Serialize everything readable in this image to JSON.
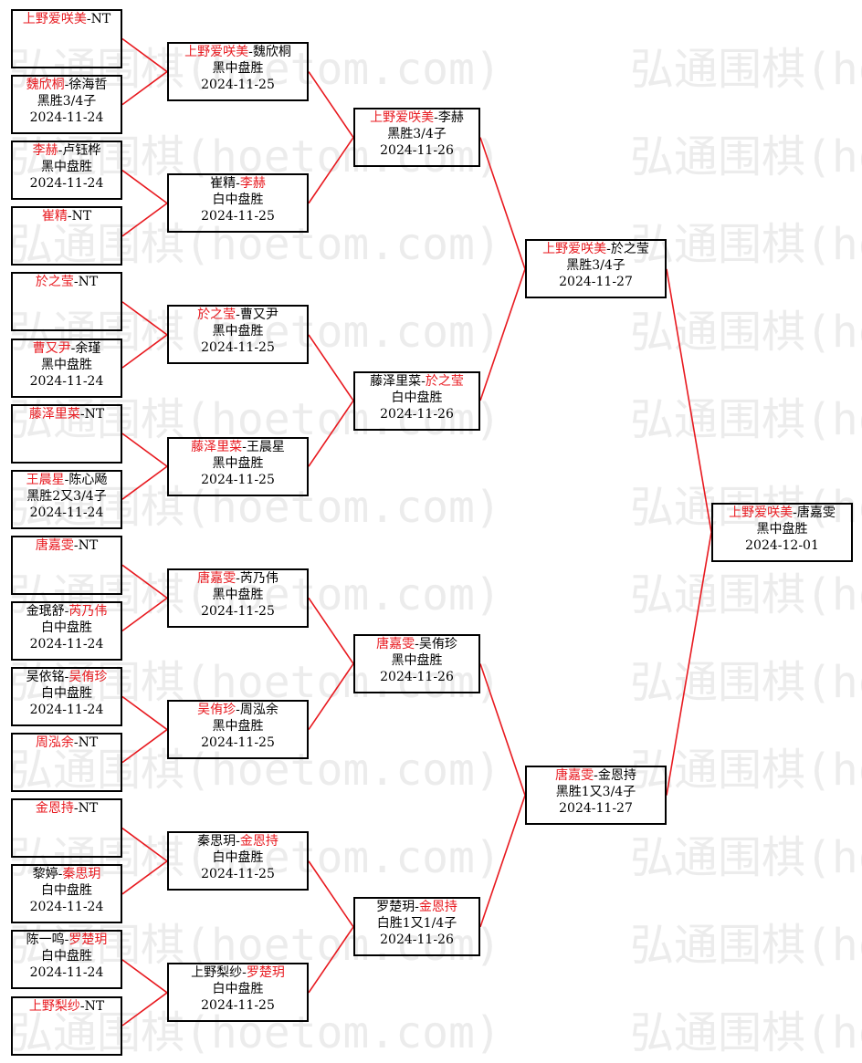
{
  "watermark": "弘通围棋(hoetom.com)",
  "colors": {
    "winner": "#e8191f",
    "line": "#e8191f",
    "border": "#000000"
  },
  "rounds": [
    [
      {
        "a": "上野爱咲美",
        "b": "NT",
        "w": "a",
        "result": "",
        "date": ""
      },
      {
        "a": "魏欣桐",
        "b": "徐海哲",
        "w": "a",
        "result": "黑胜3/4子",
        "date": "2024-11-24"
      },
      {
        "a": "李赫",
        "b": "卢钰桦",
        "w": "a",
        "result": "黑中盘胜",
        "date": "2024-11-24"
      },
      {
        "a": "崔精",
        "b": "NT",
        "w": "a",
        "result": "",
        "date": ""
      },
      {
        "a": "於之莹",
        "b": "NT",
        "w": "a",
        "result": "",
        "date": ""
      },
      {
        "a": "曹又尹",
        "b": "余瑾",
        "w": "a",
        "result": "黑中盘胜",
        "date": "2024-11-24"
      },
      {
        "a": "藤泽里菜",
        "b": "NT",
        "w": "a",
        "result": "",
        "date": ""
      },
      {
        "a": "王晨星",
        "b": "陈心飏",
        "w": "a",
        "result": "黑胜2又3/4子",
        "date": "2024-11-24"
      },
      {
        "a": "唐嘉雯",
        "b": "NT",
        "w": "a",
        "result": "",
        "date": ""
      },
      {
        "a": "金珉舒",
        "b": "芮乃伟",
        "w": "b",
        "result": "白中盘胜",
        "date": "2024-11-24"
      },
      {
        "a": "吴依铭",
        "b": "吴侑珍",
        "w": "b",
        "result": "白中盘胜",
        "date": "2024-11-24"
      },
      {
        "a": "周泓余",
        "b": "NT",
        "w": "a",
        "result": "",
        "date": ""
      },
      {
        "a": "金恩持",
        "b": "NT",
        "w": "a",
        "result": "",
        "date": ""
      },
      {
        "a": "黎婷",
        "b": "秦思玥",
        "w": "b",
        "result": "白中盘胜",
        "date": "2024-11-24"
      },
      {
        "a": "陈一鸣",
        "b": "罗楚玥",
        "w": "b",
        "result": "白中盘胜",
        "date": "2024-11-24"
      },
      {
        "a": "上野梨纱",
        "b": "NT",
        "w": "a",
        "result": "",
        "date": ""
      }
    ],
    [
      {
        "a": "上野爱咲美",
        "b": "魏欣桐",
        "w": "a",
        "result": "黑中盘胜",
        "date": "2024-11-25"
      },
      {
        "a": "崔精",
        "b": "李赫",
        "w": "b",
        "result": "白中盘胜",
        "date": "2024-11-25"
      },
      {
        "a": "於之莹",
        "b": "曹又尹",
        "w": "a",
        "result": "黑中盘胜",
        "date": "2024-11-25"
      },
      {
        "a": "藤泽里菜",
        "b": "王晨星",
        "w": "a",
        "result": "黑中盘胜",
        "date": "2024-11-25"
      },
      {
        "a": "唐嘉雯",
        "b": "芮乃伟",
        "w": "a",
        "result": "黑中盘胜",
        "date": "2024-11-25"
      },
      {
        "a": "吴侑珍",
        "b": "周泓余",
        "w": "a",
        "result": "黑中盘胜",
        "date": "2024-11-25"
      },
      {
        "a": "秦思玥",
        "b": "金恩持",
        "w": "b",
        "result": "白中盘胜",
        "date": "2024-11-25"
      },
      {
        "a": "上野梨纱",
        "b": "罗楚玥",
        "w": "b",
        "result": "白中盘胜",
        "date": "2024-11-25"
      }
    ],
    [
      {
        "a": "上野爱咲美",
        "b": "李赫",
        "w": "a",
        "result": "黑胜3/4子",
        "date": "2024-11-26"
      },
      {
        "a": "藤泽里菜",
        "b": "於之莹",
        "w": "b",
        "result": "白中盘胜",
        "date": "2024-11-26"
      },
      {
        "a": "唐嘉雯",
        "b": "吴侑珍",
        "w": "a",
        "result": "黑中盘胜",
        "date": "2024-11-26"
      },
      {
        "a": "罗楚玥",
        "b": "金恩持",
        "w": "b",
        "result": "白胜1又1/4子",
        "date": "2024-11-26"
      }
    ],
    [
      {
        "a": "上野爱咲美",
        "b": "於之莹",
        "w": "a",
        "result": "黑胜3/4子",
        "date": "2024-11-27"
      },
      {
        "a": "唐嘉雯",
        "b": "金恩持",
        "w": "a",
        "result": "黑胜1又3/4子",
        "date": "2024-11-27"
      }
    ],
    [
      {
        "a": "上野爱咲美",
        "b": "唐嘉雯",
        "w": "a",
        "result": "黑中盘胜",
        "date": "2024-12-01"
      }
    ]
  ]
}
